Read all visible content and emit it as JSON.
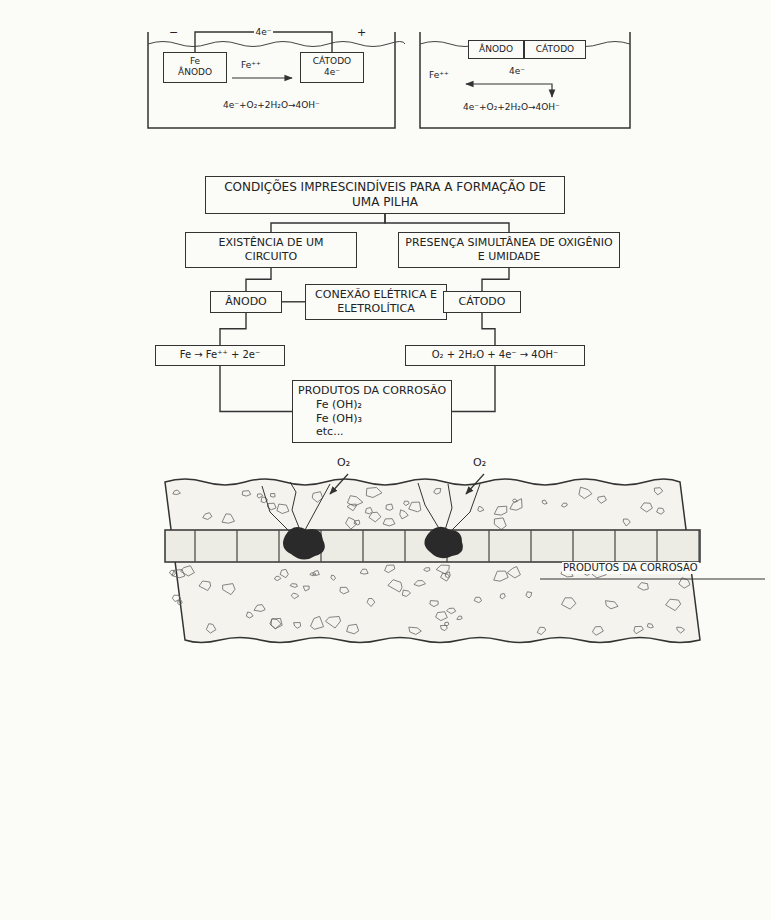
{
  "diagram": {
    "nodes": [
      {
        "text": [
          "Fe",
          "ÂNODO"
        ]
      },
      {
        "text": [
          "CÁTODO",
          "4e⁻"
        ]
      },
      {
        "text": [
          "ÂNODO"
        ]
      },
      {
        "text": [
          "CÁTODO"
        ]
      },
      {
        "text": [
          "CONDIÇÕES IMPRESCINDÍVEIS PARA A FORMAÇÃO DE UMA PILHA"
        ]
      },
      {
        "text": [
          "EXISTÊNCIA DE UM CIRCUITO"
        ]
      },
      {
        "text": [
          "PRESENÇA SIMULTÂNEA DE OXIGÊNIO E UMIDADE"
        ]
      },
      {
        "text": [
          "ÂNODO"
        ]
      },
      {
        "text": [
          "CONEXÃO ELÉTRICA E ELETROLÍTICA"
        ]
      },
      {
        "text": [
          "CÁTODO"
        ]
      },
      {
        "text": [
          "Fe → Fe⁺⁺ + 2e⁻"
        ]
      },
      {
        "text": [
          "O₂ + 2H₂O + 4e⁻ → 4OH⁻"
        ]
      },
      {
        "text": [
          "PRODUTOS DA CORROSÃO",
          "Fe (OH)₂",
          "Fe (OH)₃",
          "etc..."
        ]
      }
    ],
    "edges": [
      {
        "from": 0,
        "to": 1,
        "label": "4e⁻",
        "arrow": "none"
      },
      {
        "from": 4,
        "to": 5,
        "arrow": "none"
      },
      {
        "from": 4,
        "to": 6,
        "arrow": "none"
      },
      {
        "from": 5,
        "to": 7,
        "arrow": "none"
      },
      {
        "from": 6,
        "to": 9,
        "arrow": "none"
      },
      {
        "from": 7,
        "to": 8,
        "arrow": "none"
      },
      {
        "from": 8,
        "to": 9,
        "arrow": "none"
      },
      {
        "from": 7,
        "to": 10,
        "arrow": "none"
      },
      {
        "from": 9,
        "to": 11,
        "arrow": "none"
      },
      {
        "from": 10,
        "to": 12,
        "arrow": "none"
      },
      {
        "from": 11,
        "to": 12,
        "arrow": "none"
      }
    ],
    "labels": [
      "Fe⁺⁺",
      "4e⁻+O₂+2H₂O→4OH⁻",
      "Fe⁺⁺",
      "4e⁻",
      "4e⁻+O₂+2H₂O→4OH⁻",
      "O₂",
      "O₂",
      "PRODUTOS DA CORROSÃO",
      "−",
      "+"
    ]
  }
}
